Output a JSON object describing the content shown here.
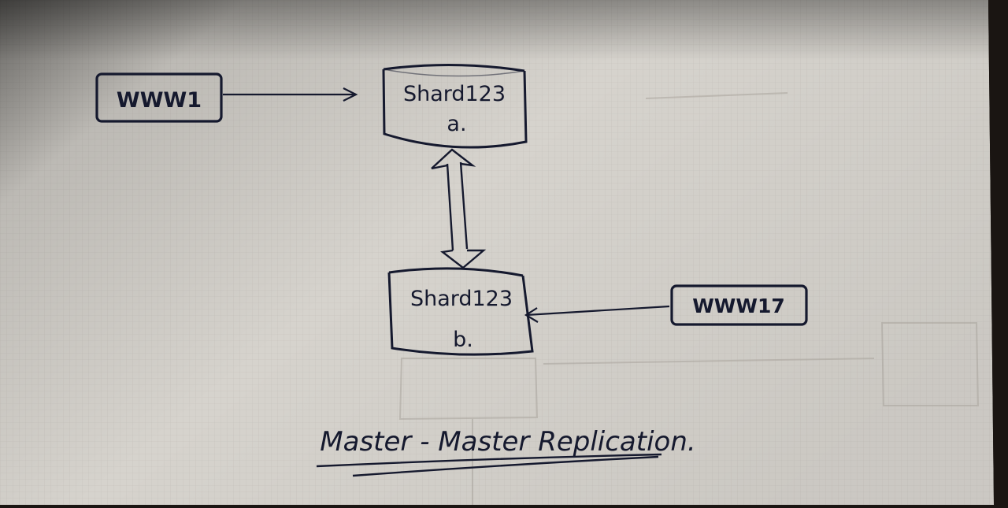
{
  "nodes": {
    "www1": {
      "label": "WWW1"
    },
    "www17": {
      "label": "WWW17"
    },
    "shard_a": {
      "name": "Shard123",
      "suffix": "a."
    },
    "shard_b": {
      "name": "Shard123",
      "suffix": "b."
    }
  },
  "caption": "Master - Master Replication.",
  "colors": {
    "paper": "#d6d3cd",
    "paper_shadow": "#8f8a84",
    "ink": "#15192e",
    "grid": "#c4c1bb",
    "background": "#1a1512"
  }
}
